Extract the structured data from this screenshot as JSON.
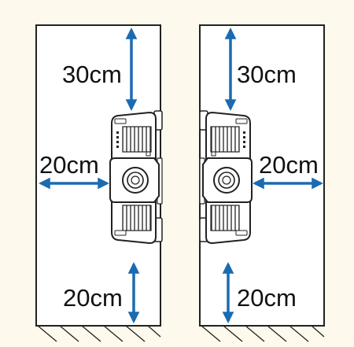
{
  "colors": {
    "background": "#fdf9ec",
    "panel": "#ffffff",
    "arrow": "#1a6bb0",
    "outline": "#222222"
  },
  "left_panel": {
    "clearance_top": "30cm",
    "clearance_side": "20cm",
    "clearance_bottom": "20cm"
  },
  "right_panel": {
    "clearance_top": "30cm",
    "clearance_side": "20cm",
    "clearance_bottom": "20cm"
  }
}
